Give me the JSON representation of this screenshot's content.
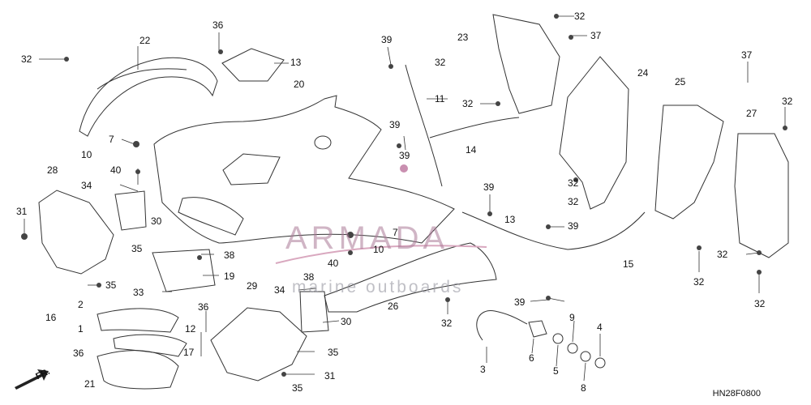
{
  "watermark": {
    "brand": "ARMADA",
    "tagline": "marine outboards",
    "brand_color": "#b08aa0"
  },
  "drawing_code": "HN28F0800",
  "front_marker": "FR.",
  "callouts": {
    "c1": "22",
    "c2": "32",
    "c3": "36",
    "c4": "13",
    "c5": "20",
    "c6": "39",
    "c7": "32",
    "c8": "11",
    "c9": "32",
    "c10": "23",
    "c11": "37",
    "c12": "32",
    "c13": "24",
    "c14": "37",
    "c15": "25",
    "c16": "32",
    "c17": "27",
    "c18": "7",
    "c19": "10",
    "c20": "40",
    "c21": "34",
    "c22": "28",
    "c23": "31",
    "c24": "30",
    "c25": "35",
    "c26": "38",
    "c27": "19",
    "c28": "39",
    "c29": "39",
    "c30": "14",
    "c31": "39",
    "c32": "32",
    "c33": "13",
    "c34": "39",
    "c35": "7",
    "c36": "10",
    "c37": "40",
    "c38": "38",
    "c39": "15",
    "c40": "32",
    "c41": "32",
    "c42": "32",
    "c43": "35",
    "c44": "33",
    "c45": "2",
    "c46": "16",
    "c47": "1",
    "c48": "12",
    "c49": "36",
    "c50": "17",
    "c51": "21",
    "c52": "36",
    "c53": "29",
    "c54": "34",
    "c55": "26",
    "c56": "30",
    "c57": "35",
    "c58": "31",
    "c59": "35",
    "c60": "32",
    "c61": "39",
    "c62": "3",
    "c63": "6",
    "c64": "5",
    "c65": "9",
    "c66": "8",
    "c67": "4",
    "c68": "32"
  }
}
